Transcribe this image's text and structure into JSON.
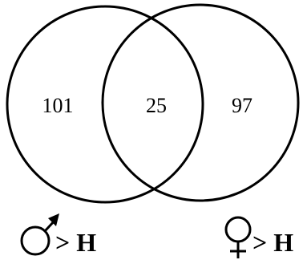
{
  "diagram": {
    "sets": [
      {
        "symbol": "male-symbol-icon",
        "label": "> H",
        "count": "101"
      },
      {
        "symbol": "female-symbol-icon",
        "label": "> H",
        "count": "97"
      }
    ],
    "intersection": {
      "count": "25"
    },
    "colors": {
      "stroke": "#000000",
      "text": "#000000",
      "background": "#ffffff"
    }
  }
}
